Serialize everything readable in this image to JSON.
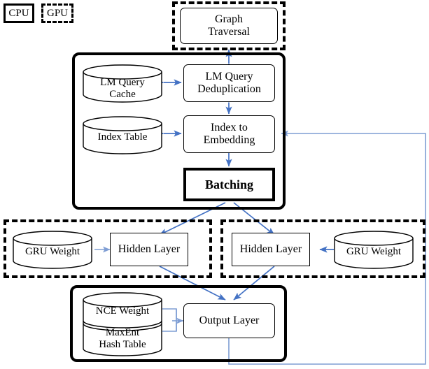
{
  "legend": {
    "cpu": "CPU",
    "gpu": "GPU"
  },
  "colors": {
    "arrow": "#4472C4",
    "arrow_light": "#7F9ED4",
    "border": "#000000",
    "background": "#FFFFFF"
  },
  "nodes": {
    "graph_traversal": "Graph Traversal",
    "lm_query_cache": "LM Query Cache",
    "lm_query_deduplication": "LM Query Deduplication",
    "index_table": "Index Table",
    "index_to_embedding": "Index to Embedding",
    "batching": "Batching",
    "gru_weight_left": "GRU Weight",
    "hidden_layer_left": "Hidden Layer",
    "gru_weight_right": "GRU Weight",
    "hidden_layer_right": "Hidden Layer",
    "nce_weight": "NCE Weight",
    "maxent_hash_table": "MaxEnt Hash Table",
    "output_layer": "Output Layer"
  },
  "node_lines": {
    "graph_traversal": [
      "Graph",
      "Traversal"
    ],
    "lm_query_cache": [
      "LM Query",
      "Cache"
    ],
    "lm_query_deduplication": [
      "LM Query",
      "Deduplication"
    ],
    "index_table": [
      "Index Table"
    ],
    "index_to_embedding": [
      "Index to",
      "Embedding"
    ],
    "batching": [
      "Batching"
    ],
    "gru_weight": [
      "GRU Weight"
    ],
    "hidden_layer": [
      "Hidden Layer"
    ],
    "nce_weight": [
      "NCE Weight"
    ],
    "maxent_hash_table": [
      "MaxEnt",
      "Hash Table"
    ],
    "output_layer": [
      "Output Layer"
    ]
  },
  "edges": [
    {
      "from": "graph-traversal",
      "to": "lm-query-deduplication",
      "style": "bidirectional"
    },
    {
      "from": "lm-query-cache",
      "to": "lm-query-deduplication",
      "style": "bidirectional"
    },
    {
      "from": "lm-query-deduplication",
      "to": "index-to-embedding",
      "style": "bidirectional"
    },
    {
      "from": "index-table",
      "to": "index-to-embedding",
      "style": "bidirectional"
    },
    {
      "from": "index-to-embedding",
      "to": "batching",
      "style": "directed"
    },
    {
      "from": "batching",
      "to": "hidden-layer-left",
      "style": "directed"
    },
    {
      "from": "batching",
      "to": "hidden-layer-right",
      "style": "directed"
    },
    {
      "from": "gru-weight-left",
      "to": "hidden-layer-left",
      "style": "directed"
    },
    {
      "from": "gru-weight-right",
      "to": "hidden-layer-right",
      "style": "directed"
    },
    {
      "from": "hidden-layer-left",
      "to": "output-layer",
      "style": "directed"
    },
    {
      "from": "hidden-layer-right",
      "to": "output-layer",
      "style": "directed"
    },
    {
      "from": "nce-weight-maxent-stack",
      "to": "output-layer",
      "style": "directed"
    },
    {
      "from": "output-layer",
      "to": "index-to-embedding",
      "style": "feedback-loop"
    }
  ]
}
